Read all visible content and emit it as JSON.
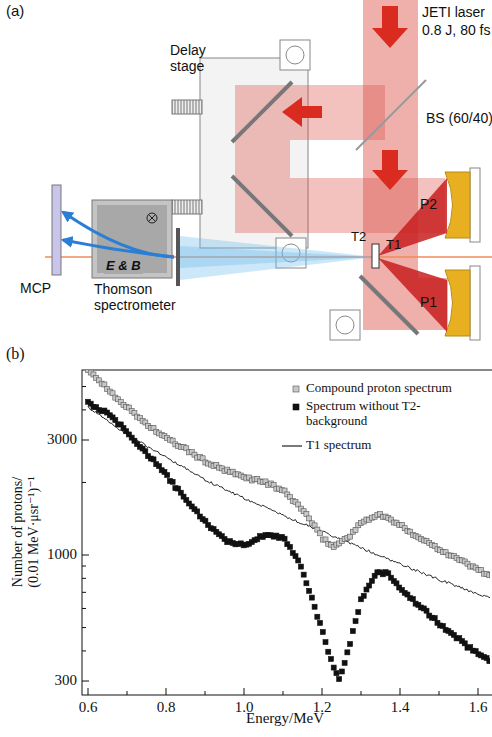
{
  "diagram": {
    "labels": [
      "(a)",
      "JETI laser",
      "0.8 J, 80 fs",
      "Delay stage",
      "BS (60/40)",
      "P2",
      "T2",
      "T1",
      "P1",
      "E & B",
      "MCP",
      "Thomson spectrometer",
      "(b)",
      "3000",
      "1000",
      "300",
      "0.6",
      "0.8",
      "1.0",
      "1.2",
      "1.4",
      "1.6",
      "Number of protons/ (0.01 MeV·μsr⁻¹)⁻¹",
      "Energy/MeV"
    ],
    "legend": [
      {
        "text": "Compound proton spectrum"
      },
      {
        "text": "Spectrum without T2-background"
      },
      {
        "text": "T1 spectrum"
      }
    ]
  }
}
